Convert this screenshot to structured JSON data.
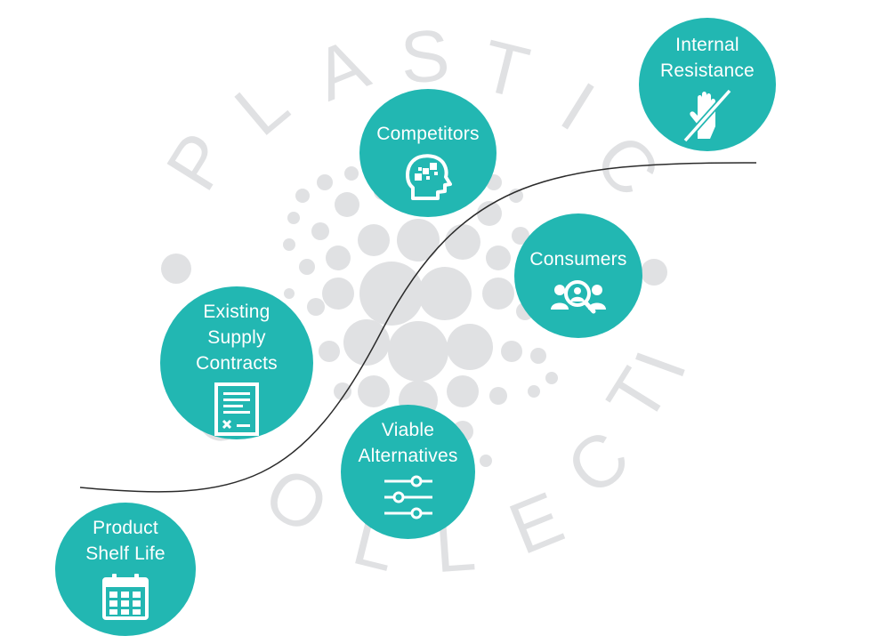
{
  "watermark": {
    "text": "PLASTIC COLLECTIVE",
    "color": "#e0e1e3"
  },
  "curve_color": "#2b2b2b",
  "accent": "#22b7b2",
  "nodes": [
    {
      "id": "product-shelf-life",
      "label": "Product\nShelf Life",
      "icon": "calendar-icon"
    },
    {
      "id": "existing-supply-contracts",
      "label": "Existing\nSupply\nContracts",
      "icon": "contract-document-icon"
    },
    {
      "id": "viable-alternatives",
      "label": "Viable\nAlternatives",
      "icon": "sliders-icon"
    },
    {
      "id": "competitors",
      "label": "Competitors",
      "icon": "puzzle-head-icon"
    },
    {
      "id": "consumers",
      "label": "Consumers",
      "icon": "user-search-icon"
    },
    {
      "id": "internal-resistance",
      "label": "Internal\nResistance",
      "icon": "stop-hand-icon"
    }
  ]
}
